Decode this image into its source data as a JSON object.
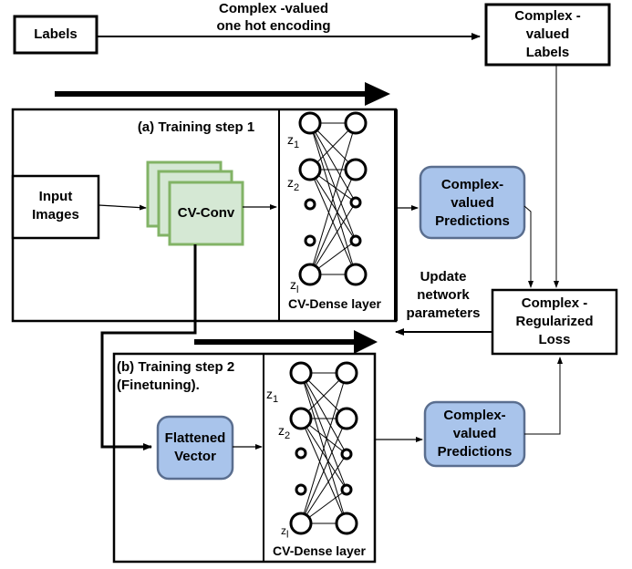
{
  "top": {
    "labels_box": "Labels",
    "encoding_caption": "Complex -valued\none hot encoding",
    "cv_labels_box": "Complex -\nvalued\nLabels"
  },
  "step1": {
    "title": "(a) Training step 1",
    "input_box": "Input\nImages",
    "conv_box": "CV-Conv",
    "dense_caption": "CV-Dense layer",
    "predictions_box": "Complex-\nvalued\nPredictions",
    "z_labels": [
      "z",
      "z",
      "z"
    ],
    "z_subs": [
      "1",
      "2",
      "l"
    ]
  },
  "loss": {
    "update_caption": "Update\nnetwork\nparameters",
    "loss_box": "Complex -\nRegularized\nLoss"
  },
  "step2": {
    "title": "(b) Training step 2\n(Finetuning).",
    "flattened_box": "Flattened\nVector",
    "dense_caption": "CV-Dense layer",
    "predictions_box": "Complex-\nvalued\nPredictions",
    "z_labels": [
      "z",
      "z",
      "z"
    ],
    "z_subs": [
      "1",
      "2",
      "l"
    ]
  },
  "colors": {
    "blue_fill": "#a9c4eb",
    "blue_stroke": "#5a6e8f",
    "green_fill": "#d5e8d4",
    "green_stroke": "#82b366",
    "line": "#000000"
  }
}
